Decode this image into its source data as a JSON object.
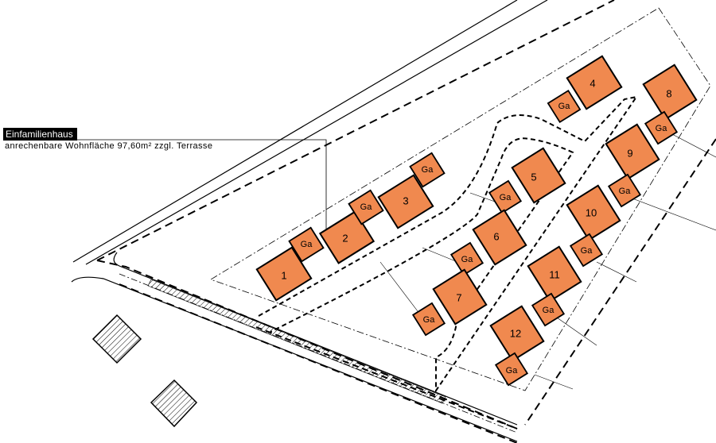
{
  "info_label": {
    "title": "Einfamilienhaus",
    "description": "anrechenbare Wohnfläche  97,60m² zzgl. Terrasse"
  },
  "houses": [
    {
      "label": "1",
      "garage": "Ga"
    },
    {
      "label": "2",
      "garage": "Ga"
    },
    {
      "label": "3",
      "garage": "Ga"
    },
    {
      "label": "4",
      "garage": "Ga"
    },
    {
      "label": "5",
      "garage": "Ga"
    },
    {
      "label": "6",
      "garage": "Ga"
    },
    {
      "label": "7",
      "garage": "Ga"
    },
    {
      "label": "8",
      "garage": "Ga"
    },
    {
      "label": "9",
      "garage": "Ga"
    },
    {
      "label": "10",
      "garage": "Ga"
    },
    {
      "label": "11",
      "garage": "Ga"
    },
    {
      "label": "12",
      "garage": "Ga"
    }
  ],
  "colors": {
    "building_fill": "#f0894f",
    "outline": "#000000"
  }
}
